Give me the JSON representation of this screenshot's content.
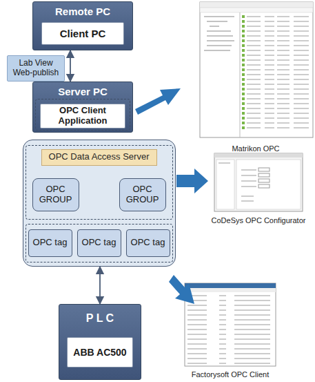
{
  "diagram": {
    "nodes": [
      {
        "text": [
          "Remote PC"
        ]
      },
      {
        "text": [
          "Client PC"
        ],
        "in": 0
      },
      {
        "text": [
          "Lab View Web-publish"
        ]
      },
      {
        "text": [
          "Server PC"
        ]
      },
      {
        "text": [
          "OPC Client Application"
        ],
        "in": 3
      },
      {
        "text": [
          "OPC Data Access Server"
        ]
      },
      {
        "text": [
          "OPC GROUP"
        ],
        "in": 5
      },
      {
        "text": [
          "OPC GROUP"
        ],
        "in": 5
      },
      {
        "text": [
          "OPC tag"
        ],
        "in": 5
      },
      {
        "text": [
          "OPC tag"
        ],
        "in": 5
      },
      {
        "text": [
          "OPC tag"
        ],
        "in": 5
      },
      {
        "text": [
          "P L C"
        ]
      },
      {
        "text": [
          "ABB AC500"
        ],
        "in": 11
      }
    ],
    "edges": [
      {
        "from": 0,
        "to": 3,
        "arrow": "both"
      },
      {
        "from": 6,
        "to": 8,
        "arrow": "none"
      },
      {
        "from": 6,
        "to": 9,
        "arrow": "none"
      },
      {
        "from": 6,
        "to": 10,
        "arrow": "none"
      },
      {
        "from": 7,
        "to": 8,
        "arrow": "none"
      },
      {
        "from": 7,
        "to": 9,
        "arrow": "none"
      },
      {
        "from": 7,
        "to": 10,
        "arrow": "none"
      },
      {
        "from": 5,
        "to": 11,
        "arrow": "both"
      }
    ],
    "labels": [
      "Matrikon OPC",
      "CoDeSys OPC Configurator",
      "Factorysoft OPC Client"
    ]
  }
}
